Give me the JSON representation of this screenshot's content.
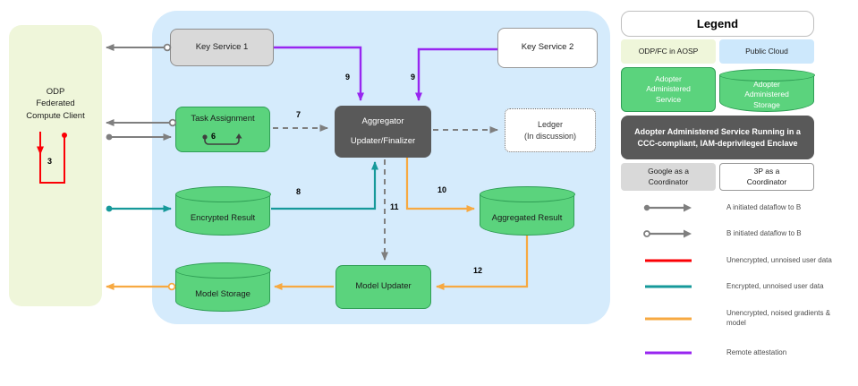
{
  "diagram": {
    "client": {
      "label": "ODP\nFederated\nCompute Client"
    },
    "nodes": {
      "key_service_1": "Key Service 1",
      "key_service_2": "Key Service 2",
      "task_assignment": "Task Assignment",
      "aggregator_line1": "Aggregator",
      "aggregator_line2": "Updater/Finalizer",
      "ledger": "Ledger\n(In discussion)",
      "encrypted_result": "Encrypted Result",
      "aggregated_result": "Aggregated Result",
      "model_storage": "Model Storage",
      "model_updater": "Model Updater"
    },
    "step_labels": {
      "s3": "3",
      "s6": "6",
      "s7": "7",
      "s8": "8",
      "s9_left": "9",
      "s9_right": "9",
      "s10": "10",
      "s11": "11",
      "s12": "12"
    }
  },
  "legend": {
    "title": "Legend",
    "items": {
      "odp_fc_aosp": "ODP/FC in AOSP",
      "public_cloud": "Public Cloud",
      "adopter_service": "Adopter\nAdministered\nService",
      "adopter_storage": "Adopter\nAdministered\nStorage",
      "enclave": "Adopter Administered Service Running in a CCC-compliant, IAM-deprivileged Enclave",
      "google_coordinator": "Google as a\nCoordinator",
      "third_party_coordinator": "3P as a\nCoordinator"
    },
    "flows": [
      {
        "name": "a-initiated-dataflow",
        "label": "A initiated dataflow to B",
        "color": "#7f7f7f",
        "marker": "filled-dot-arrow"
      },
      {
        "name": "b-initiated-dataflow",
        "label": "B initiated dataflow to B",
        "color": "#7f7f7f",
        "marker": "open-dot-arrow"
      },
      {
        "name": "unencrypted-unnoised-user-data",
        "label": "Unencrypted, unnoised user data",
        "color": "#fb0005",
        "marker": "line"
      },
      {
        "name": "encrypted-unnoised-user-data",
        "label": "Encrypted, unnoised user data",
        "color": "#16999a",
        "marker": "line"
      },
      {
        "name": "unencrypted-noised-gradients-model",
        "label": "Unencrypted, noised gradients & model",
        "color": "#f7a941",
        "marker": "line"
      },
      {
        "name": "remote-attestation",
        "label": "Remote attestation",
        "color": "#9826f0",
        "marker": "line"
      }
    ]
  },
  "colors": {
    "aosp_cream": "#eff6da",
    "cloud_blue": "#d5ebfc",
    "public_cloud_blue": "#cde8fc",
    "green": "#5bd37d",
    "green_border": "#2f9e55",
    "gray_box": "#d9d9d9",
    "dark_gray": "#595959",
    "arrow_gray": "#7f7f7f",
    "purple": "#9826f0",
    "teal": "#16999a",
    "orange": "#f7a941",
    "red": "#fb0005"
  }
}
